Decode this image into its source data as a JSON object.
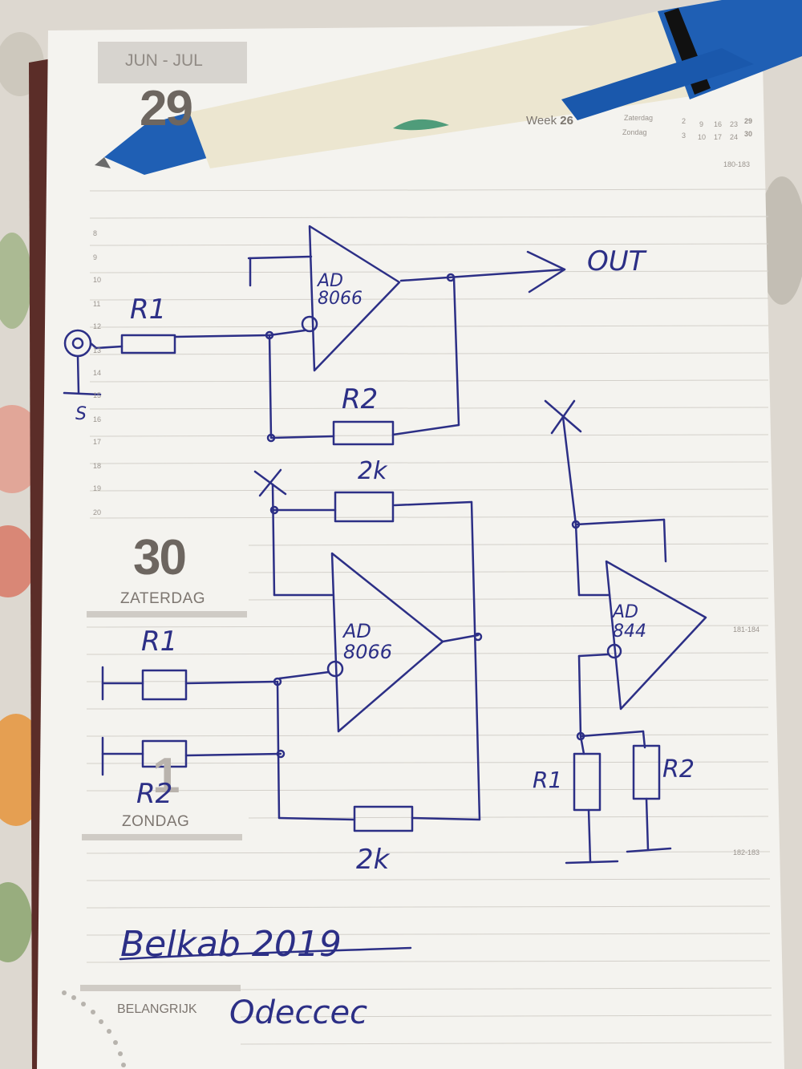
{
  "planner": {
    "month_range": "JUN - JUL",
    "week_label": "Week",
    "week_number": "26",
    "page_refs": [
      "180-183",
      "181-184",
      "182-183"
    ],
    "mini_calendar": [
      {
        "day": "Zaterdag",
        "dates": [
          "2",
          "9",
          "16",
          "23",
          "29"
        ]
      },
      {
        "day": "Zondag",
        "dates": [
          "3",
          "10",
          "17",
          "24",
          "30"
        ]
      }
    ],
    "days": [
      {
        "date": "29",
        "name": ""
      },
      {
        "date": "30",
        "name": "ZATERDAG"
      },
      {
        "date": "1",
        "name": "ZONDAG"
      }
    ],
    "hours": [
      "8",
      "9",
      "10",
      "11",
      "12",
      "13",
      "14",
      "15",
      "16",
      "17",
      "18",
      "19",
      "20"
    ],
    "belangrijk_label": "BELANGRIJK"
  },
  "sketch": {
    "labels": {
      "r1_top": "R1",
      "r2_top": "R2",
      "amp1": "AD 8066",
      "out": "OUT",
      "r_2k_mid": "2k",
      "r1_mid": "R1",
      "r2_mid": "R2",
      "amp2": "AD 8066",
      "r_2k_bottom": "2k",
      "amp3": "AD 844",
      "r1_right": "R1",
      "r2_right": "R2",
      "ground_s": "S"
    },
    "footer_note": "Belkab 2019",
    "signature": "Odeccec"
  },
  "colors": {
    "ink": "#2c2f86",
    "paper": "#f4f3ef",
    "pen_body": "#ece6d0",
    "pen_blue": "#1c5bb0"
  }
}
